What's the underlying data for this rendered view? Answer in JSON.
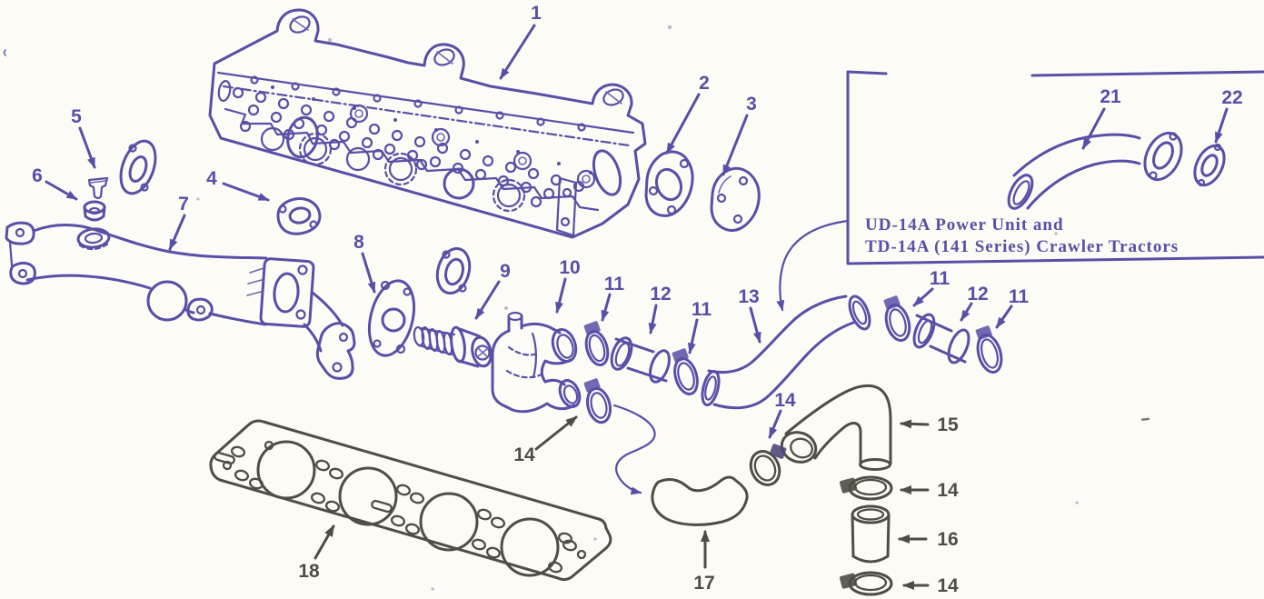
{
  "figure": {
    "type": "exploded-parts-diagram",
    "subject": "engine cylinder head, water manifold, thermostat and hose parts",
    "inset_note": {
      "line1": "UD-14A Power Unit and",
      "line2": "TD-14A (141 Series) Crawler Tractors"
    }
  },
  "colors": {
    "ink_purple": "#584fa7",
    "ink_dark": "#504d44",
    "paper": "#fcfbf5"
  },
  "callouts": {
    "c1": "1",
    "c2": "2",
    "c3": "3",
    "c4": "4",
    "c5": "5",
    "c6": "6",
    "c7": "7",
    "c8": "8",
    "c9": "9",
    "c10": "10",
    "c11_1": "11",
    "c11_2": "11",
    "c11_3": "11",
    "c11_4": "11",
    "c12_1": "12",
    "c12_2": "12",
    "c13": "13",
    "c14_1": "14",
    "c14_2": "14",
    "c14_3": "14",
    "c14_4": "14",
    "c15": "15",
    "c16": "16",
    "c17": "17",
    "c18": "18",
    "c21": "21",
    "c22": "22"
  }
}
